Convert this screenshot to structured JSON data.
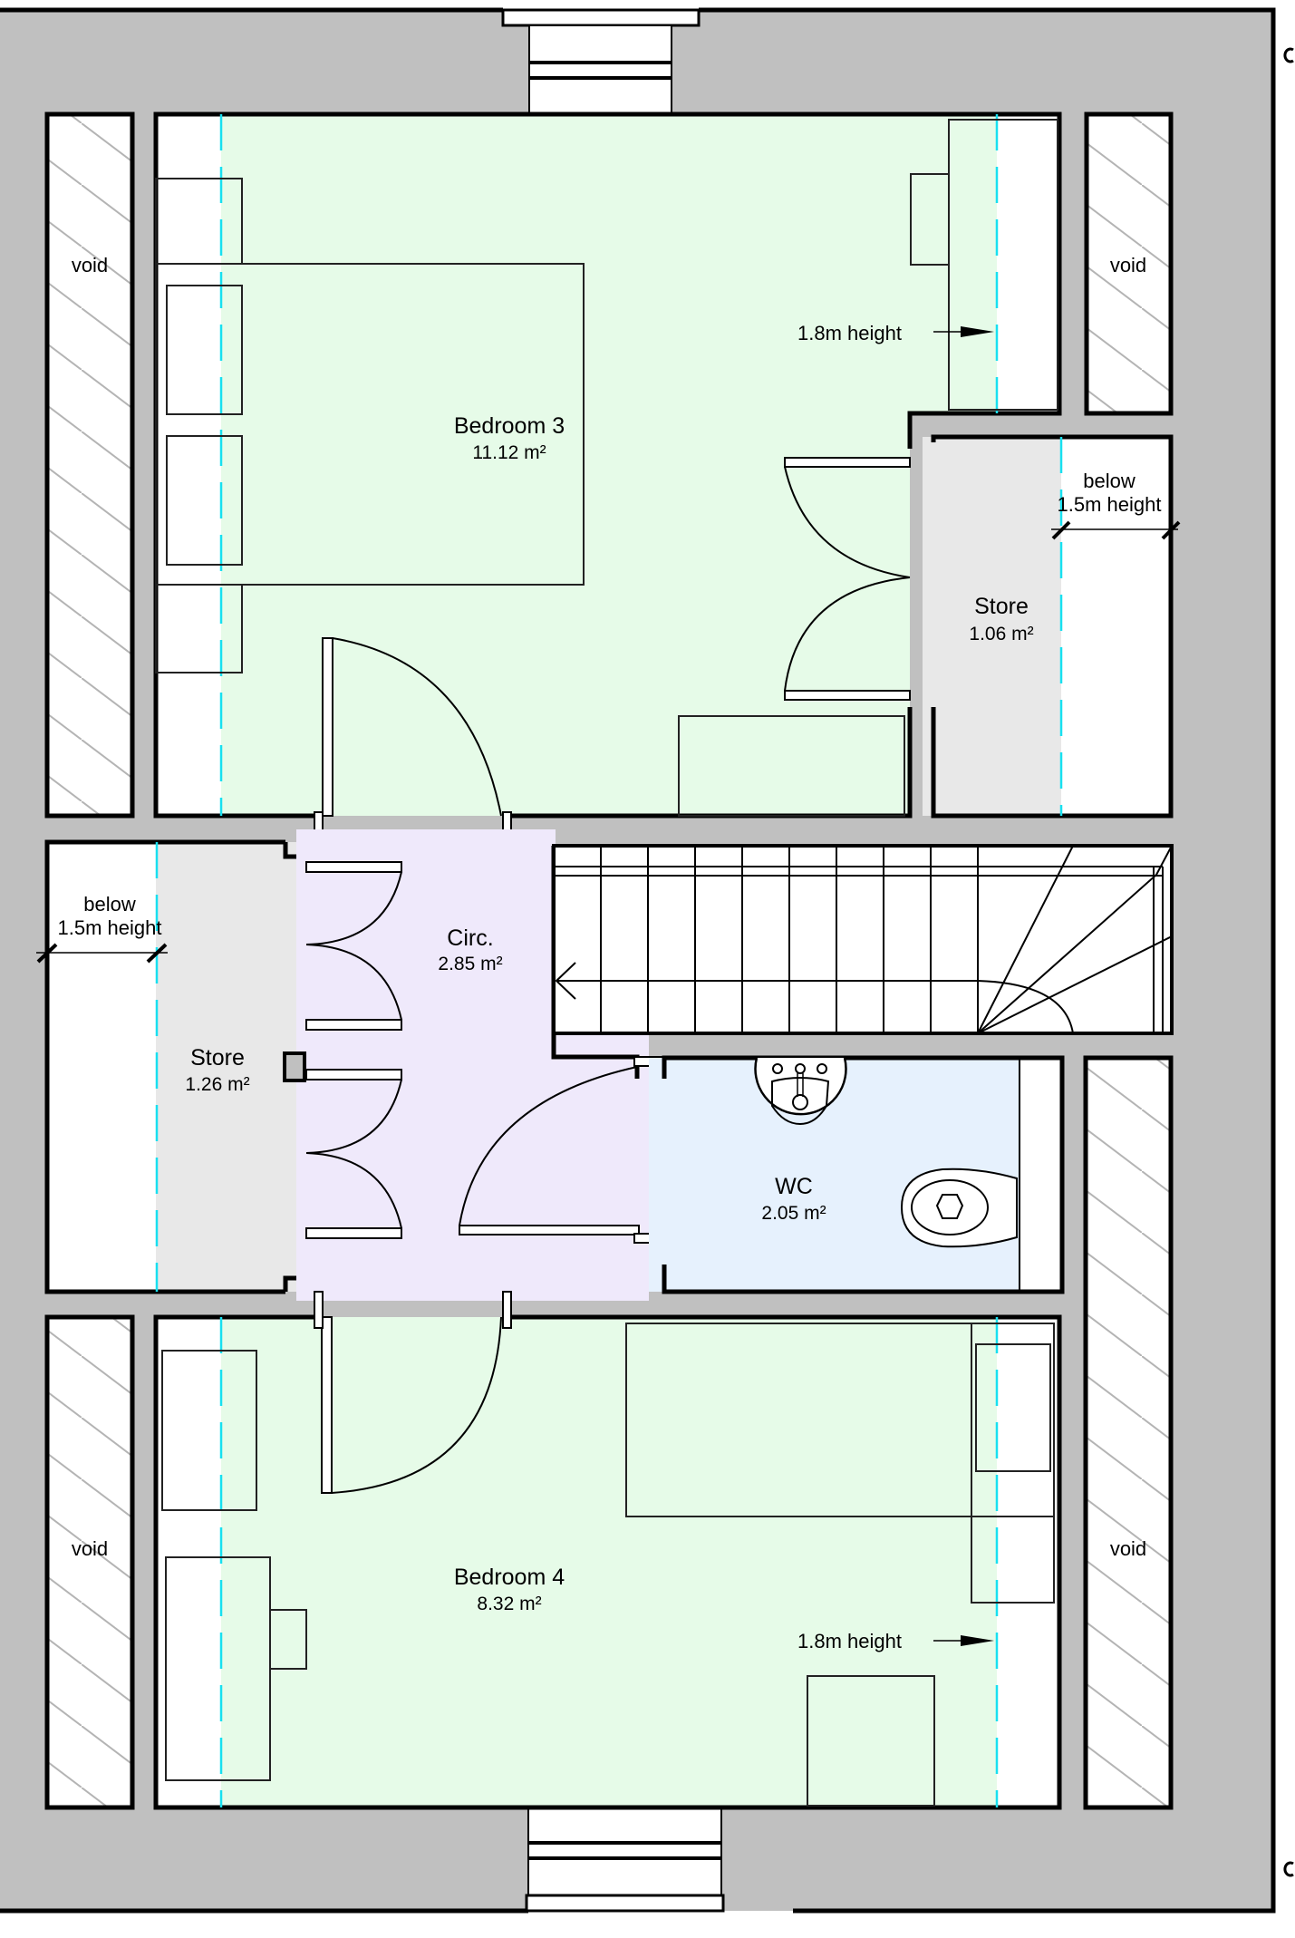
{
  "plan": {
    "type": "floor-plan",
    "rooms": [
      {
        "id": "bedroom3",
        "name": "Bedroom 3",
        "area": "11.12 m²",
        "fill": "#e6fbe8"
      },
      {
        "id": "store_right",
        "name": "Store",
        "area": "1.06 m²",
        "fill": "#e8e8e8"
      },
      {
        "id": "circulation",
        "name": "Circ.",
        "area": "2.85 m²",
        "fill": "#efe9fb"
      },
      {
        "id": "store_left",
        "name": "Store",
        "area": "1.26 m²",
        "fill": "#e8e8e8"
      },
      {
        "id": "wc",
        "name": "WC",
        "area": "2.05 m²",
        "fill": "#e6f1fd"
      },
      {
        "id": "bedroom4",
        "name": "Bedroom 4",
        "area": "8.32 m²",
        "fill": "#e6fbe8"
      }
    ],
    "voids": [
      {
        "label": "void",
        "position": "top-left"
      },
      {
        "label": "void",
        "position": "top-right"
      },
      {
        "label": "void",
        "position": "bottom-left"
      },
      {
        "label": "void",
        "position": "bottom-right"
      }
    ],
    "annotations": {
      "height_18_top": "1.8m height",
      "height_18_bottom": "1.8m height",
      "below_right_line1": "below",
      "below_right_line2": "1.5m height",
      "below_left_line1": "below",
      "below_left_line2": "1.5m height"
    },
    "colors": {
      "wall": "#c0c0c0",
      "bedroom": "#e6fbe8",
      "store": "#e8e8e8",
      "circulation": "#efe9fb",
      "wc": "#e6f1fd",
      "height_line": "#18e0f0",
      "hatch": "#b4b4b4"
    }
  }
}
